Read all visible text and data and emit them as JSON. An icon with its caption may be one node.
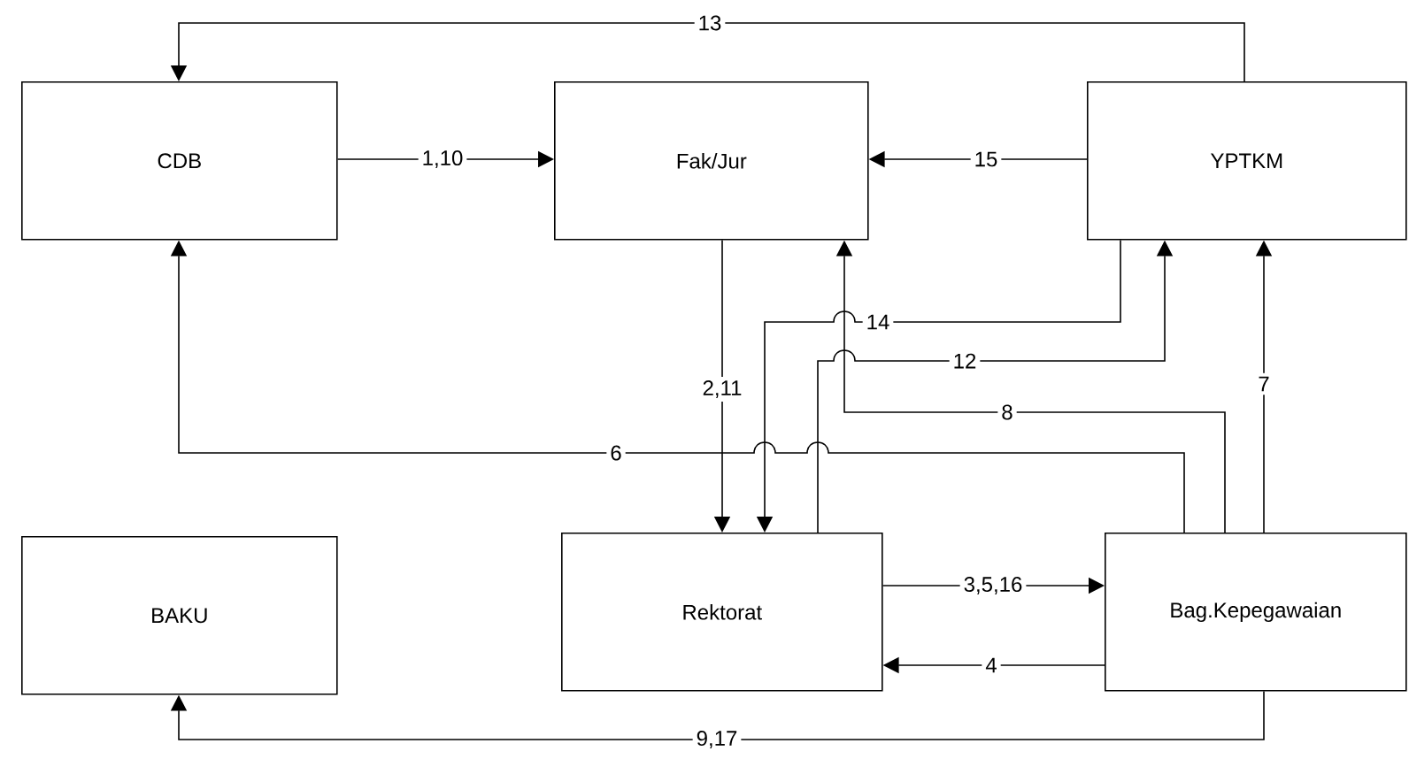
{
  "diagram": {
    "nodes": [
      {
        "text": [
          "CDB"
        ]
      },
      {
        "text": [
          "Fak/Jur"
        ]
      },
      {
        "text": [
          "YPTKM"
        ]
      },
      {
        "text": [
          "BAKU"
        ]
      },
      {
        "text": [
          "Rektorat"
        ]
      },
      {
        "text": [
          "Bag.Kepegawaian"
        ]
      }
    ],
    "edges": [
      {
        "from": 0,
        "to": 1,
        "arrow": "to",
        "label": "1,10"
      },
      {
        "from": 2,
        "to": 1,
        "arrow": "to",
        "label": "15"
      },
      {
        "from": 2,
        "to": 0,
        "arrow": "to",
        "label": "13"
      },
      {
        "from": 1,
        "to": 4,
        "arrow": "to",
        "label": "2,11"
      },
      {
        "from": 2,
        "to": 4,
        "arrow": "to",
        "label": "14"
      },
      {
        "from": 4,
        "to": 2,
        "arrow": "to",
        "label": "12"
      },
      {
        "from": 5,
        "to": 1,
        "arrow": "to",
        "label": "8"
      },
      {
        "from": 5,
        "to": 2,
        "arrow": "to",
        "label": "7"
      },
      {
        "from": 5,
        "to": 0,
        "arrow": "to",
        "label": "6"
      },
      {
        "from": 4,
        "to": 5,
        "arrow": "to",
        "label": "3,5,16"
      },
      {
        "from": 5,
        "to": 4,
        "arrow": "to",
        "label": "4"
      },
      {
        "from": 5,
        "to": 3,
        "arrow": "to",
        "label": "9,17"
      }
    ]
  }
}
